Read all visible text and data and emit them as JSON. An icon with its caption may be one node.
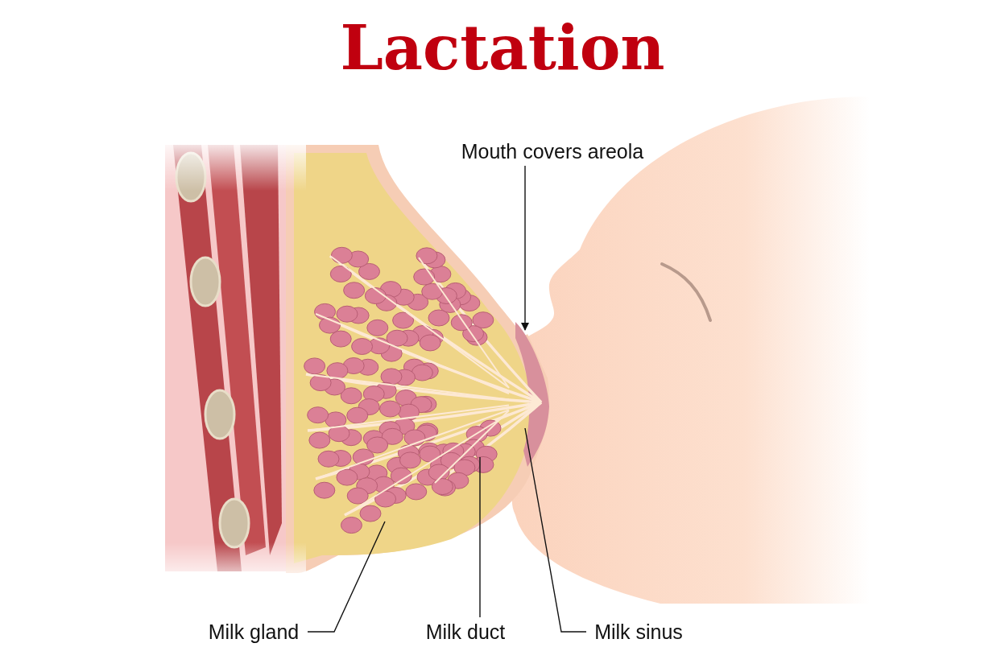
{
  "diagram": {
    "title": "Lactation",
    "nodes": [
      {
        "text": [
          "Mouth covers areola"
        ]
      },
      {
        "text": [
          "Milk gland"
        ]
      },
      {
        "text": [
          "Milk duct"
        ]
      },
      {
        "text": [
          "Milk sinus"
        ]
      }
    ],
    "edges": [
      {
        "from": 0,
        "to": null,
        "arrow": "to"
      },
      {
        "from": 1,
        "to": null,
        "arrow": "none"
      },
      {
        "from": 2,
        "to": null,
        "arrow": "none"
      },
      {
        "from": 3,
        "to": null,
        "arrow": "none"
      }
    ]
  }
}
